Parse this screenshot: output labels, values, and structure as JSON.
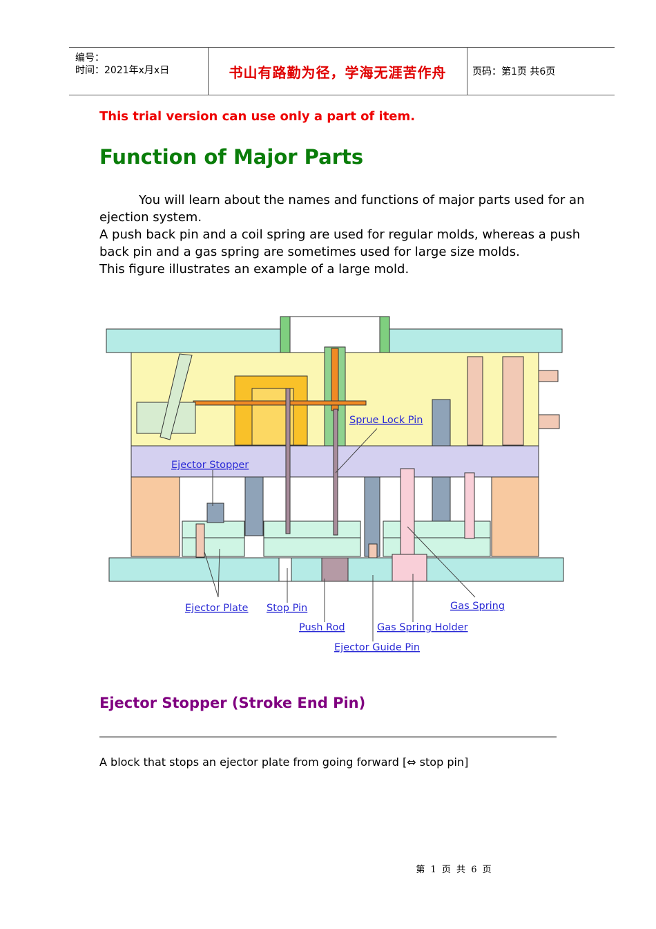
{
  "header": {
    "number_label": "编号：",
    "time_label": "时间：2021年x月x日",
    "motto": "书山有路勤为径，学海无涯苦作舟",
    "page_info": "页码：第1页  共6页"
  },
  "trial_notice": "This trial version can use only a part of item.",
  "title": "Function of Major Parts",
  "intro": {
    "p1": "You will learn about the names and functions of major parts used for an ejection system.",
    "p2": "A push back pin and a coil spring are used for regular molds, whereas a push back pin and a gas spring are sometimes used for large size molds.",
    "p3": "This figure illustrates an example of a large mold."
  },
  "figure_labels": {
    "sprue_lock_pin": "Sprue Lock Pin",
    "ejector_stopper": "Ejector Stopper",
    "ejector_plate": "Ejector Plate",
    "stop_pin": "Stop Pin",
    "push_rod": "Push Rod",
    "gas_spring_holder": "Gas Spring Holder",
    "ejector_guide_pin": "Ejector Guide Pin",
    "gas_spring": "Gas Spring"
  },
  "section": {
    "heading": "Ejector Stopper (Stroke End Pin)",
    "definition": "A block that stops an ejector plate from going forward [⇔ stop pin]"
  },
  "footer": "第 1 页 共 6 页",
  "colors": {
    "trial": "#ee0000",
    "title": "#0a7d0a",
    "section_heading": "#800080",
    "figure_label": "#2b2bd6"
  }
}
